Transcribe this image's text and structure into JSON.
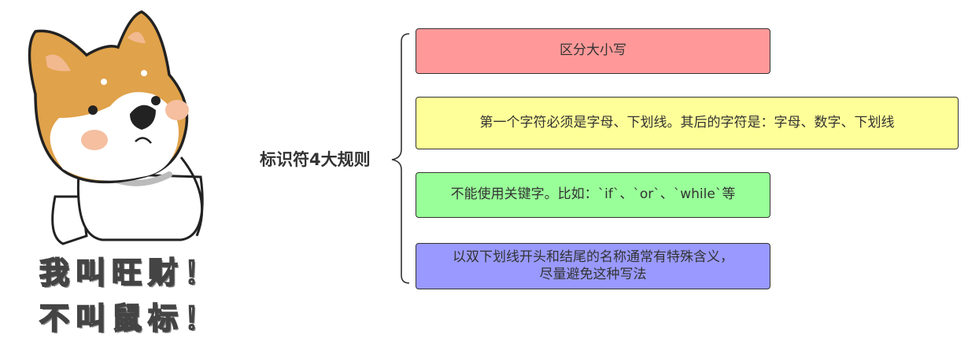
{
  "mascot": {
    "caption_line1": "我叫旺财！",
    "caption_line2": "不叫鼠标！"
  },
  "diagram": {
    "root": "标识符4大规则",
    "rules": [
      {
        "text": "区分大小写",
        "color": "#ff9999"
      },
      {
        "text": "第一个字符必须是字母、下划线。其后的字符是：字母、数字、下划线",
        "color": "#ffff99"
      },
      {
        "text": "不能使用关键字。比如：`if`、`or`、`while`等",
        "color": "#99ff99"
      },
      {
        "text_line1": "以双下划线开头和结尾的名称通常有特殊含义，",
        "text_line2": "尽量避免这种写法",
        "color": "#9999ff"
      }
    ]
  }
}
